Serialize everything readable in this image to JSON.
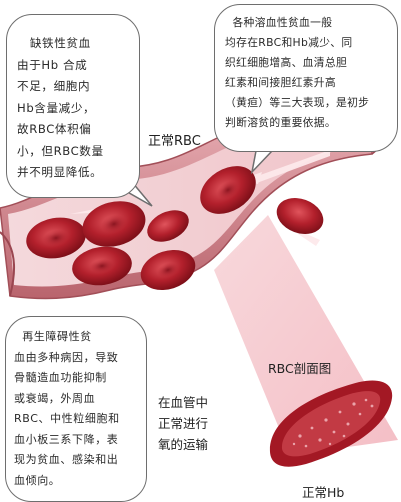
{
  "labels": {
    "normal_rbc": "正常RBC",
    "vessel_transport": "在血管中\n正常进行\n氧的运输",
    "cross_section": "RBC剖面图",
    "normal_hb": "正常Hb"
  },
  "boxes": {
    "iron_deficiency": "   缺铁性贫血\n由于Hb 合成\n不足，细胞内\nHb含量减少，\n故RBC体积偏\n小，但RBC数量\n并不明显降低。",
    "hemolytic": "  各种溶血性贫血一般\n均存在RBC和Hb减少、同\n织红细胞增高、血清总胆\n红素和间接胆红素升高\n（黄疸）等三大表现，是初步\n判断溶贫的重要依据。",
    "aplastic": "  再生障碍性贫\n血由多种病因，导致\n骨髓造血功能抑制\n或衰竭，外周血\nRBC、中性粒细胞和\n血小板三系下降，表\n现为贫血、感染和出\n血倾向。"
  },
  "colors": {
    "vessel_wall": "#c8767f",
    "vessel_inner": "#f3d3d6",
    "rbc": "#b3202c",
    "rbc_dark": "#7d0f18",
    "beam": "#f6c9cf",
    "section_rim": "#a31824"
  }
}
